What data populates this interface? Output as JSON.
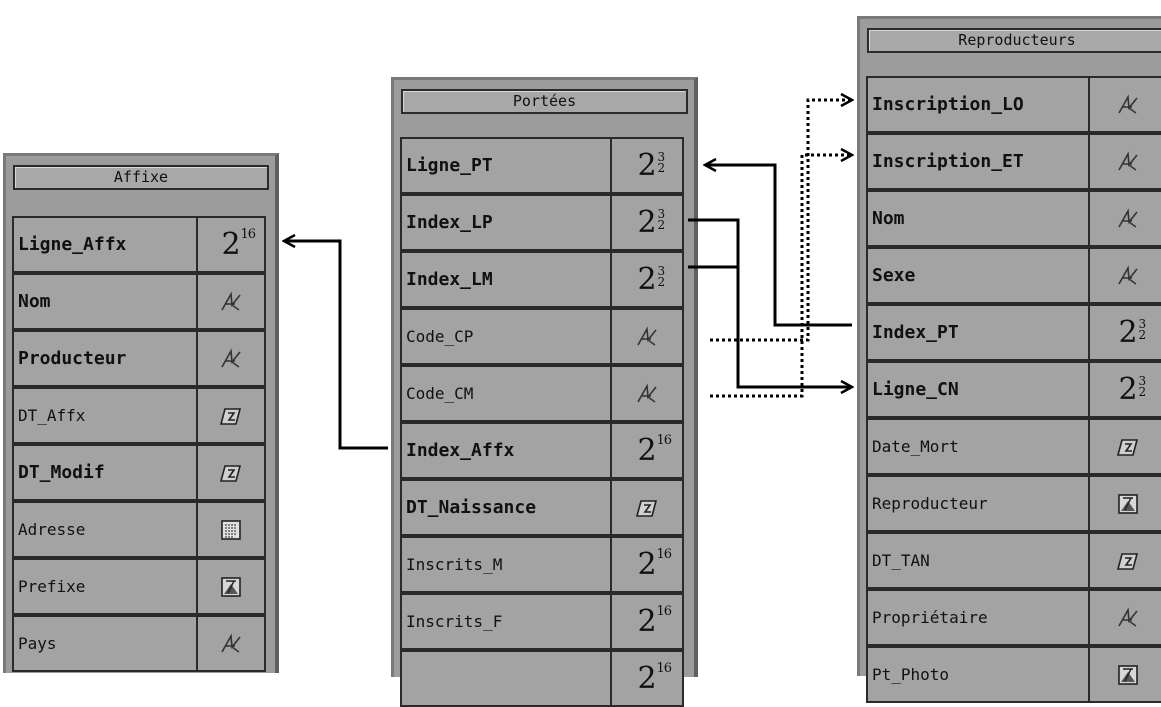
{
  "tables": {
    "affixe": {
      "title": "Affixe",
      "fields": [
        {
          "name": "Ligne_Affx",
          "bold": true,
          "type": "int16",
          "type_label": "2",
          "type_sup": "16"
        },
        {
          "name": "Nom",
          "bold": true,
          "type": "alpha-icon"
        },
        {
          "name": "Producteur",
          "bold": true,
          "type": "alpha-icon"
        },
        {
          "name": "DT_Affx",
          "bold": false,
          "type": "date-icon"
        },
        {
          "name": "DT_Modif",
          "bold": true,
          "type": "date-icon"
        },
        {
          "name": "Adresse",
          "bold": false,
          "type": "text-icon"
        },
        {
          "name": "Prefixe",
          "bold": false,
          "type": "picture-icon"
        },
        {
          "name": "Pays",
          "bold": false,
          "type": "alpha-icon"
        }
      ]
    },
    "portees": {
      "title": "Portées",
      "fields": [
        {
          "name": "Ligne_PT",
          "bold": true,
          "type": "int32",
          "type_label": "2",
          "type_sup": "3|2"
        },
        {
          "name": "Index_LP",
          "bold": true,
          "type": "int32",
          "type_label": "2",
          "type_sup": "3|2"
        },
        {
          "name": "Index_LM",
          "bold": true,
          "type": "int32",
          "type_label": "2",
          "type_sup": "3|2"
        },
        {
          "name": "Code_CP",
          "bold": false,
          "type": "alpha-icon"
        },
        {
          "name": "Code_CM",
          "bold": false,
          "type": "alpha-icon"
        },
        {
          "name": "Index_Affx",
          "bold": true,
          "type": "int16",
          "type_label": "2",
          "type_sup": "16"
        },
        {
          "name": "DT_Naissance",
          "bold": true,
          "type": "date-icon"
        },
        {
          "name": "Inscrits_M",
          "bold": false,
          "type": "int16",
          "type_label": "2",
          "type_sup": "16"
        },
        {
          "name": "Inscrits_F",
          "bold": false,
          "type": "int16",
          "type_label": "2",
          "type_sup": "16"
        },
        {
          "name": "",
          "bold": false,
          "type": "int16",
          "type_label": "2",
          "type_sup": "16"
        }
      ]
    },
    "reproducteurs": {
      "title": "Reproducteurs",
      "fields": [
        {
          "name": "Inscription_LO",
          "bold": true,
          "type": "alpha-icon"
        },
        {
          "name": "Inscription_ET",
          "bold": true,
          "type": "alpha-icon"
        },
        {
          "name": "Nom",
          "bold": true,
          "type": "alpha-icon"
        },
        {
          "name": "Sexe",
          "bold": true,
          "type": "alpha-icon"
        },
        {
          "name": "Index_PT",
          "bold": true,
          "type": "int32",
          "type_label": "2",
          "type_sup": "3|2"
        },
        {
          "name": "Ligne_CN",
          "bold": true,
          "type": "int32",
          "type_label": "2",
          "type_sup": "3|2"
        },
        {
          "name": "Date_Mort",
          "bold": false,
          "type": "date-icon"
        },
        {
          "name": "Reproducteur",
          "bold": false,
          "type": "picture-icon"
        },
        {
          "name": "DT_TAN",
          "bold": false,
          "type": "date-icon"
        },
        {
          "name": "Propriétaire",
          "bold": false,
          "type": "alpha-icon"
        },
        {
          "name": "Pt_Photo",
          "bold": false,
          "type": "picture-icon"
        }
      ]
    }
  },
  "relations": [
    {
      "from": "Portées.Index_Affx",
      "to": "Affixe.Ligne_Affx",
      "style": "solid"
    },
    {
      "from": "Reproducteurs.Index_PT",
      "to": "Portées.Ligne_PT",
      "style": "solid"
    },
    {
      "from": "Portées.Index_LP",
      "to": "Reproducteurs.Ligne_CN",
      "style": "solid"
    },
    {
      "from": "Portées.Index_LM",
      "to": "Reproducteurs.Ligne_CN",
      "style": "solid"
    },
    {
      "from": "Portées.Code_CP",
      "to": "Reproducteurs.Inscription_LO",
      "style": "dotted"
    },
    {
      "from": "Portées.Code_CM",
      "to": "Reproducteurs.Inscription_ET",
      "style": "dotted"
    }
  ],
  "colors": {
    "panel": "#9c9c9c",
    "border": "#2a2a2a",
    "line": "#000000"
  }
}
